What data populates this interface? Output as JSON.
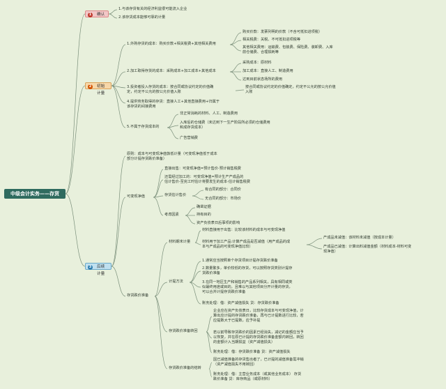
{
  "root": {
    "label": "中级会计实务——存货"
  },
  "branches": [
    {
      "num": "1",
      "label": "确认"
    },
    {
      "num": "2",
      "label": "初始计量"
    },
    {
      "num": "3",
      "label": "后续计量"
    }
  ],
  "confirm": {
    "items": [
      "1.与该存货有关的经济利益很可能流入企业",
      "2.该存货成本能够可靠的计量"
    ]
  },
  "initial": {
    "purchase": {
      "label": "1.外购存货的成本：购买价款+相关税费+其他相关费用",
      "subs": [
        "购买价款：发票列明的价款（不含可抵扣进项税）",
        "相关税费：关税、不可抵扣进项税等",
        "其他相关费用：运输费、包装费、保险费、装卸费、入库",
        "前仓储费、合理损耗等"
      ]
    },
    "processing": {
      "label": "2.加工取得存货的成本：采购成本+加工成本+其他成本",
      "subs": [
        "采购成本：原材料",
        "加工成本：直接人工、制造费用",
        "达到目前状态场所的费用"
      ]
    },
    "investor": {
      "lines": [
        "3.投资者投入存货的成本：按合同或协议约定的价值确",
        "定，约定不公允的按公允价值入账"
      ],
      "subs": [
        "按合同或协议约定的价值确定，约定不公允的按公允价值",
        "入账"
      ]
    },
    "labor": {
      "lines": [
        "4.提供劳务取得的存货：直接人工+其他直接费用+归属于",
        "该存货的间接费用"
      ]
    },
    "exclude": {
      "label": "5.不属于存货成本的",
      "subs": [
        "非正常消耗的材料、人工、制造费用",
        "入库后的仓储费（未达到下一生产阶段所必须的仓储费用",
        "和成存货成本）",
        "广告营销费"
      ]
    }
  },
  "subsequent": {
    "principle": [
      "原则：成本与可变现净值孰低计量（可变现净值低于成本",
      "部分计提存货跌价准备）"
    ],
    "nrv": {
      "label": "可变现净值",
      "direct": "直接出售：可变现净值=预计售价-预计销售税费",
      "processed": [
        "还需经过加工的：可变现净值=预计生产产成品的",
        "估计售价-至完工时估计将要发生的成本-估计销售税费"
      ],
      "price": {
        "label": "存货估计售价",
        "subs": [
          "有合同的部分：合同价",
          "无合同的部分：市场价"
        ]
      },
      "factors": {
        "label": "考虑因素",
        "subs": [
          "确凿证据",
          "持有目的",
          "资产负债表日后事项的影响"
        ]
      }
    },
    "provision": {
      "label": "存货跌价准备",
      "material": {
        "label": "材料期末计量",
        "lines": [
          "材料直接用于出售：比较该材料的成本与可变现净值",
          "材料用于加工产品:计算产成品是否减值（用产成品的成",
          "本与产成品的可变现净值比较）"
        ],
        "results": [
          "产成品未减值：该材料未减值（按成本计量）",
          "产成品已减值：计算出料减值金额（材料成本-材料可变",
          "现净值）"
        ]
      },
      "method": {
        "label": "计提方法",
        "lines": [
          "1.通常应当按照单个存货项目计提存货跌价准备",
          "2.数量繁多，单价较低的存货，可以按照存货类别计提存",
          "货跌价准备",
          "3.在同一地区生产和销售的产品系列相关，具有相同或类",
          "似最终用途或目的，且难以与其他项目分开计量的存货，",
          "可以合并计提存货跌价准备",
          "账务处理：借：资产减值损失 贷：存货跌价准备"
        ]
      },
      "reversal": {
        "label": "存货跌价准备转回",
        "lines": [
          "企业应在资产负债表日，比较存货成本与可变现净值，计",
          "算出应计提的存货跌价准备，再与已计提数进行比较，若",
          "应提数大于已提数，应予补提",
          "若以前导致存货跌价的因素已经消失，减记的金额应当予",
          "以恢复，并在原已计提的存货跌价准备金额内转回，转回",
          "的金额计入当期损益（资产减值损失）",
          "账务处理：借：存货跌价准备 贷：资产减值损失"
        ]
      },
      "writeoff": {
        "label": "存货跌价准备的结转",
        "lines": [
          "因已减值准备的存货售出者了，已计提的减值准备需冲销",
          "（资产减值损失不用转回）",
          "账务处理：借：主营业务成本（或其他业务成本） 存货",
          "跌价准备 贷：库存商品（或原材料）"
        ]
      }
    }
  }
}
